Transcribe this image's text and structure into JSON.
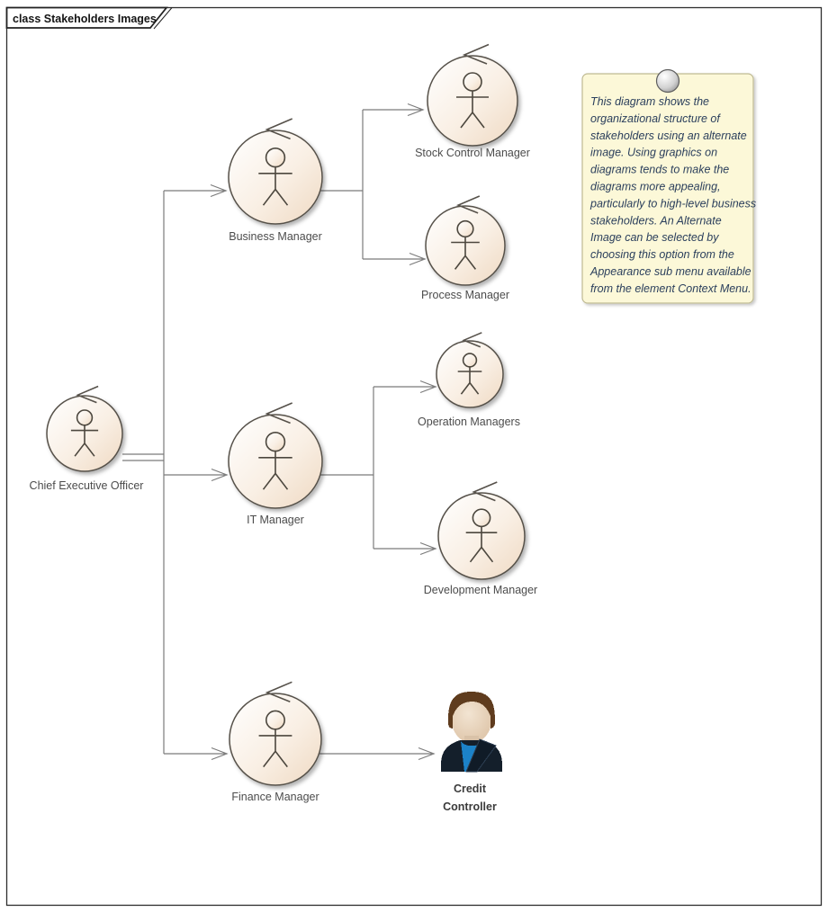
{
  "frame": {
    "title": "class Stakeholders Images"
  },
  "actors": {
    "ceo": {
      "label": "Chief Executive Officer"
    },
    "business_manager": {
      "label": "Business Manager"
    },
    "stock_control_manager": {
      "label": "Stock Control Manager"
    },
    "process_manager": {
      "label": "Process Manager"
    },
    "it_manager": {
      "label": "IT Manager"
    },
    "operation_managers": {
      "label": "Operation Managers"
    },
    "development_manager": {
      "label": "Development Manager"
    },
    "finance_manager": {
      "label": "Finance Manager"
    },
    "credit_controller": {
      "lines": [
        "Credit",
        "Controller"
      ]
    }
  },
  "note": {
    "lines": [
      "This diagram shows the",
      "organizational structure of",
      "stakeholders using an alternate",
      "image. Using graphics on",
      "diagrams tends to make the",
      "diagrams more appealing,",
      "particularly to high-level business",
      "stakeholders. An Alternate",
      "Image can be selected by",
      "choosing this option from the",
      "Appearance sub menu available",
      "from the element Context Menu."
    ]
  },
  "colors": {
    "actor_fill_gradient_start": "#ffffff",
    "actor_fill_gradient_end": "#efd9c2",
    "actor_stroke": "#56514a",
    "connector": "#7b7b7b",
    "label_text": "#4c4c4c",
    "note_fill": "#fcf8d8",
    "note_border": "#bfba93",
    "note_text": "#2b3f5c",
    "suit_navy": "#141f2b",
    "shirt_blue": "#1c82c8",
    "hair_brown": "#5f3c1e",
    "skin": "#e8d5c1"
  }
}
